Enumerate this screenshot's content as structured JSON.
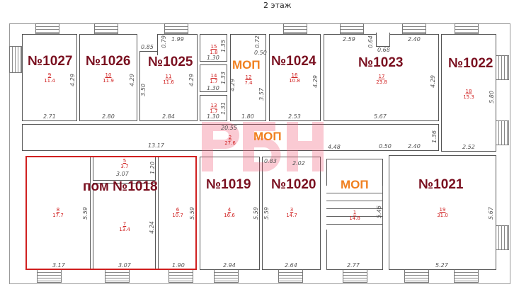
{
  "title": "2 этаж",
  "watermark": "РБН",
  "rooms": {
    "r1027": {
      "label": "№1027",
      "n": "9",
      "area": "11.4"
    },
    "r1026": {
      "label": "№1026",
      "n": "10",
      "area": "11.9"
    },
    "r1025": {
      "label": "№1025",
      "n": "11",
      "area": "11.6"
    },
    "r15": {
      "n": "15",
      "area": "1.8"
    },
    "r14": {
      "n": "14",
      "area": "1.7"
    },
    "r13": {
      "n": "13",
      "area": "1.7"
    },
    "r12": {
      "label": "МОП",
      "n": "12",
      "area": "7.4"
    },
    "r1024": {
      "label": "№1024",
      "n": "16",
      "area": "10.8"
    },
    "r1023": {
      "label": "№1023",
      "n": "17",
      "area": "23.8"
    },
    "r1022": {
      "label": "№1022",
      "n": "18",
      "area": "15.3"
    },
    "corridor": {
      "label": "МОП",
      "n": "2",
      "area": "27.6"
    },
    "r1018": {
      "label": "пом  №1018"
    },
    "r5": {
      "n": "5",
      "area": "3.7"
    },
    "r8": {
      "n": "8",
      "area": "17.7"
    },
    "r7": {
      "n": "7",
      "area": "13.4"
    },
    "r6": {
      "n": "6",
      "area": "10.7"
    },
    "r1019": {
      "label": "№1019",
      "n": "4",
      "area": "16.6"
    },
    "r1020": {
      "label": "№1020",
      "n": "3",
      "area": "14.7"
    },
    "stairs": {
      "label": "МОП",
      "n": "1",
      "area": "14.8"
    },
    "r1021": {
      "label": "№1021",
      "n": "19",
      "area": "31.0"
    }
  },
  "dims": [
    "2.71",
    "4.29",
    "2.80",
    "4.29",
    "0.79",
    "1.99",
    "0.85",
    "3.50",
    "4.29",
    "2.84",
    "1.35",
    "1.30",
    "1.33",
    "1.30",
    "1.31",
    "1.30",
    "0.72",
    "0.50",
    "4.29",
    "3.57",
    "1.80",
    "2.53",
    "4.29",
    "2.59",
    "0.64",
    "0.68",
    "2.40",
    "4.29",
    "5.67",
    "5.80",
    "2.52",
    "1.36",
    "20.55",
    "13.17",
    "4.48",
    "0.50",
    "2.40",
    "0.83",
    "2.02",
    "3.07",
    "1.20",
    "5.59",
    "4.24",
    "5.59",
    "3.17",
    "3.07",
    "1.90",
    "5.59",
    "2.94",
    "5.59",
    "2.64",
    "5.46",
    "2.77",
    "5.67",
    "5.27"
  ]
}
